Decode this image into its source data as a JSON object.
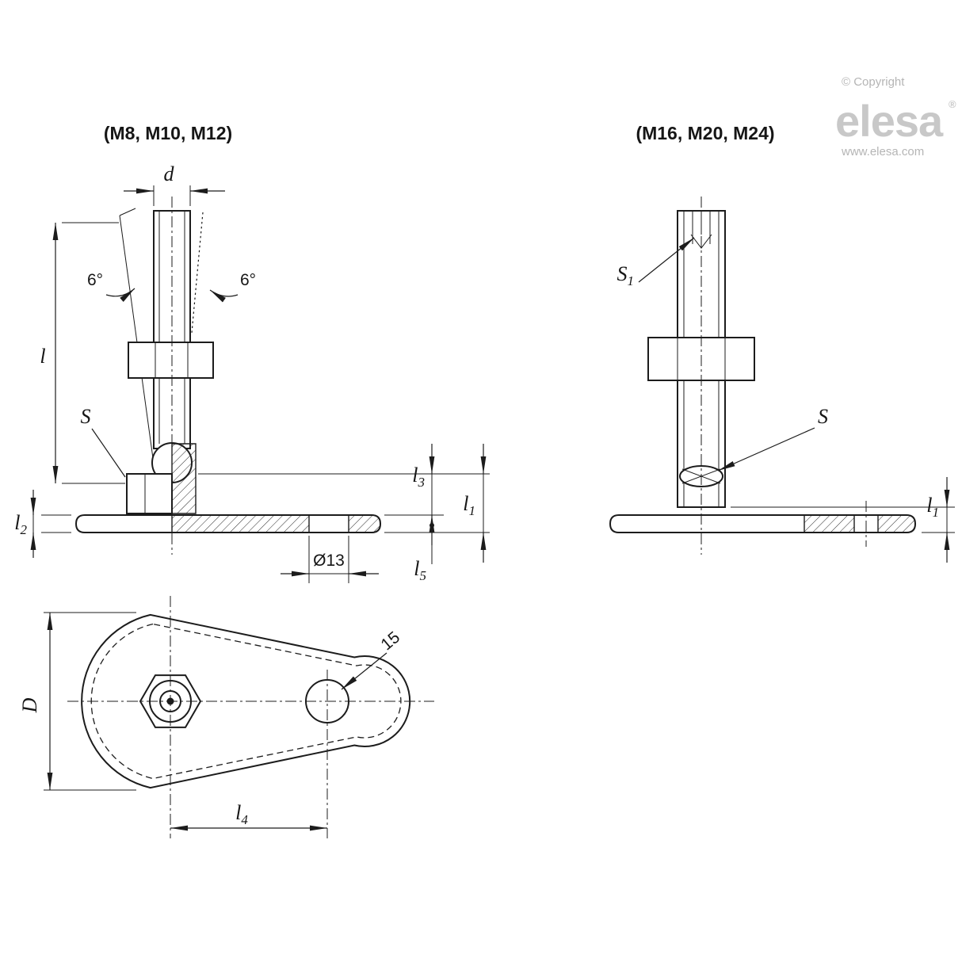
{
  "branding": {
    "copyright": "© Copyright",
    "logo": "elesa",
    "registered": "®",
    "url": "www.elesa.com"
  },
  "left_view": {
    "title": "(M8, M10, M12)",
    "dim_d": "d",
    "angle_left": "6°",
    "angle_right": "6°",
    "dim_l": "l",
    "dim_s": "S",
    "dim_l2": {
      "base": "l",
      "sub": "2"
    },
    "dim_l3": {
      "base": "l",
      "sub": "3"
    },
    "dim_l1": {
      "base": "l",
      "sub": "1"
    },
    "dim_l5": {
      "base": "l",
      "sub": "5"
    },
    "dim_dia": "Ø13"
  },
  "right_view": {
    "title": "(M16, M20, M24)",
    "dim_s1": {
      "base": "S",
      "sub": "1"
    },
    "dim_s": "S",
    "dim_l1": {
      "base": "l",
      "sub": "1"
    }
  },
  "top_view": {
    "dim_D": "D",
    "dim_hole": "15",
    "dim_l4": {
      "base": "l",
      "sub": "4"
    }
  }
}
